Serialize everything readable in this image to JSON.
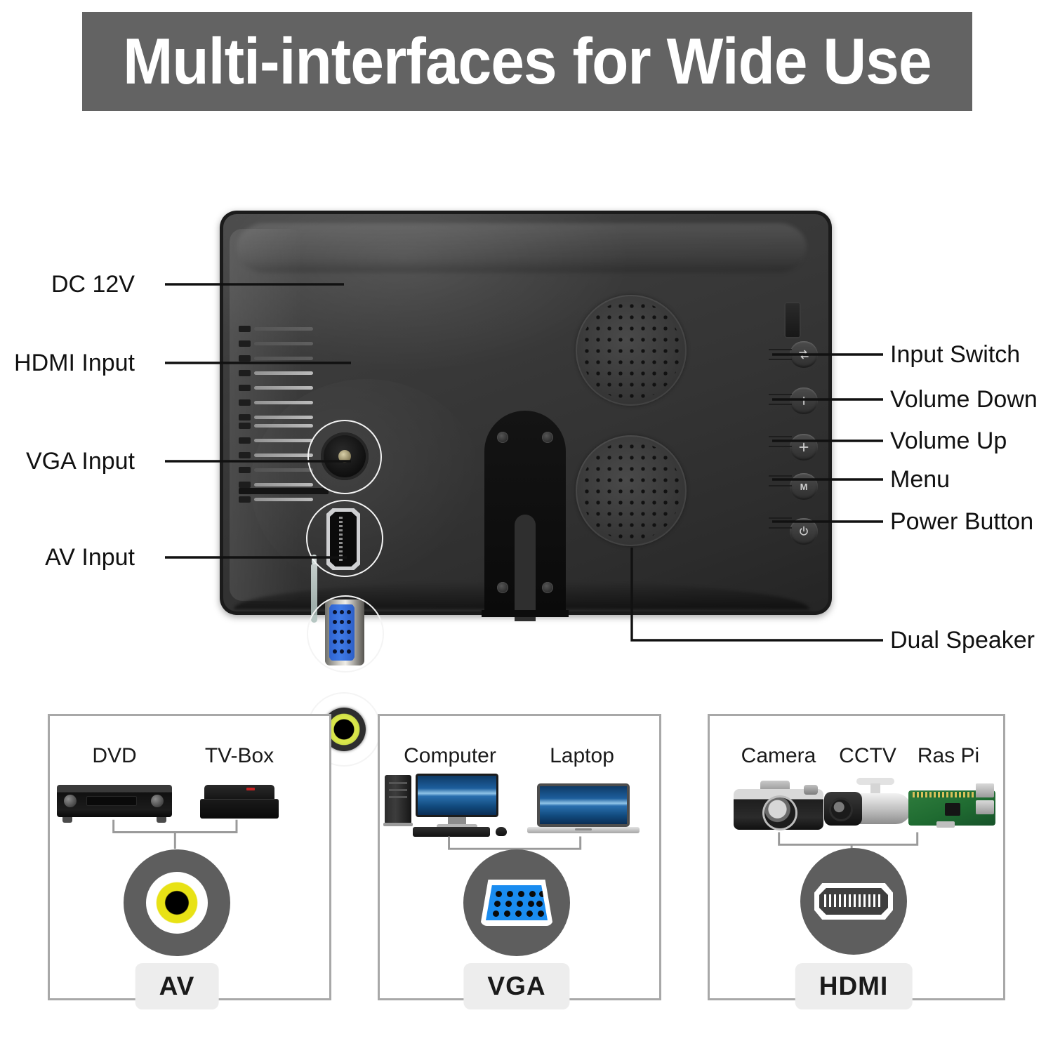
{
  "header": {
    "title": "Multi-interfaces for Wide Use",
    "banner_color": "#636363",
    "title_color": "#ffffff"
  },
  "monitor_figure": {
    "left_callouts": [
      {
        "label": "DC 12V",
        "icon": "dc-power-jack-icon"
      },
      {
        "label": "HDMI Input",
        "icon": "hdmi-port-icon"
      },
      {
        "label": "VGA Input",
        "icon": "vga-port-icon"
      },
      {
        "label": "AV Input",
        "icon": "av-jack-icon"
      }
    ],
    "right_callouts": [
      {
        "label": "Input Switch",
        "icon": "input-switch-icon"
      },
      {
        "label": "Volume Down",
        "icon": "volume-down-icon"
      },
      {
        "label": "Volume Up",
        "icon": "volume-up-icon"
      },
      {
        "label": "Menu",
        "icon": "menu-m-icon"
      },
      {
        "label": "Power Button",
        "icon": "power-icon"
      }
    ],
    "bottom_callout": {
      "label": "Dual Speaker",
      "icon": "speaker-grille-icon"
    }
  },
  "panels": [
    {
      "id": "av",
      "badge": "AV",
      "badge_bg": "#ededed",
      "jack_circle_color": "#5e5e5e",
      "jack_icon": "rca-composite-jack-icon",
      "devices": [
        {
          "name": "DVD",
          "icon": "dvd-player-icon"
        },
        {
          "name": "TV-Box",
          "icon": "tv-box-icon"
        }
      ]
    },
    {
      "id": "vga",
      "badge": "VGA",
      "badge_bg": "#ededed",
      "jack_circle_color": "#5e5e5e",
      "jack_icon": "vga-connector-icon",
      "devices": [
        {
          "name": "Computer",
          "icon": "desktop-computer-icon"
        },
        {
          "name": "Laptop",
          "icon": "laptop-icon"
        }
      ]
    },
    {
      "id": "hdmi",
      "badge": "HDMI",
      "badge_bg": "#ededed",
      "jack_circle_color": "#5e5e5e",
      "jack_icon": "hdmi-connector-icon",
      "devices": [
        {
          "name": "Camera",
          "icon": "dslr-camera-icon"
        },
        {
          "name": "CCTV",
          "icon": "cctv-camera-icon"
        },
        {
          "name": "Ras Pi",
          "icon": "raspberry-pi-icon"
        }
      ]
    }
  ]
}
